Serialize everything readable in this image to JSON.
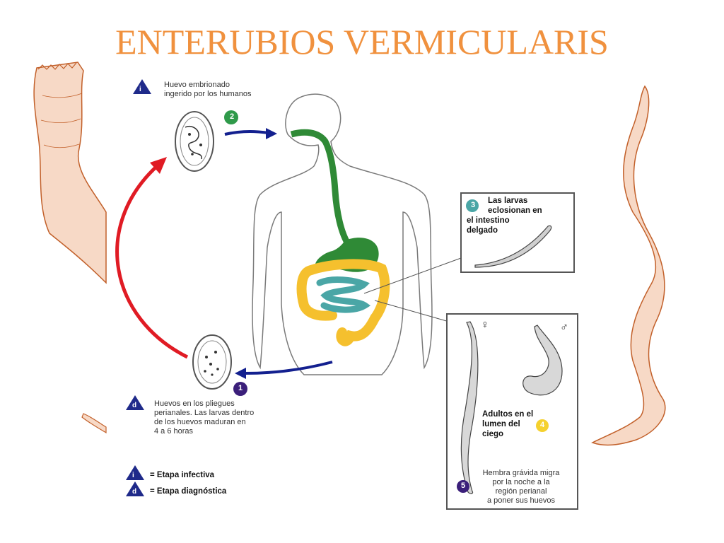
{
  "title": "ENTERUBIOS VERMICULARIS",
  "step_a_text": "Huevo embrionado ingerido por los humanos",
  "step_a_lines": [
    "Huevo embrionado",
    "ingerido por los humanos"
  ],
  "step_2_number": "2",
  "step_3_number": "3",
  "step_3_lines": [
    "Las larvas",
    "eclosionan en",
    "el intestino",
    "delgado"
  ],
  "step_4_number": "4",
  "step_4_lines": [
    "Adultos en el",
    "lumen del",
    "ciego"
  ],
  "step_5_number": "5",
  "step_5_lines": [
    "Hembra grávida migra",
    "por la noche a la",
    "región perianal",
    "a poner sus huevos"
  ],
  "step_1_number": "1",
  "step_d_lines": [
    "Huevos en los pliegues",
    "perianales. Las larvas dentro",
    "de los huevos maduran en",
    "4 a 6 horas"
  ],
  "female_symbol": "♀",
  "male_symbol": "♂",
  "legend": {
    "infective_label": "= Etapa infectiva",
    "diagnostic_label": "= Etapa diagnóstica",
    "infective_mark": "i",
    "diagnostic_mark": "d"
  },
  "colors": {
    "title": "#f0913e",
    "worm_fill": "#f7d9c6",
    "worm_stroke": "#c2602a",
    "digestive_green": "#2f8a36",
    "small_intestine": "#4aa6a6",
    "large_intestine": "#f5c02e",
    "cycle_arrow": "#e01b24",
    "transmission_arrow": "#13208f",
    "marker_navy": "#1f2a8a"
  }
}
